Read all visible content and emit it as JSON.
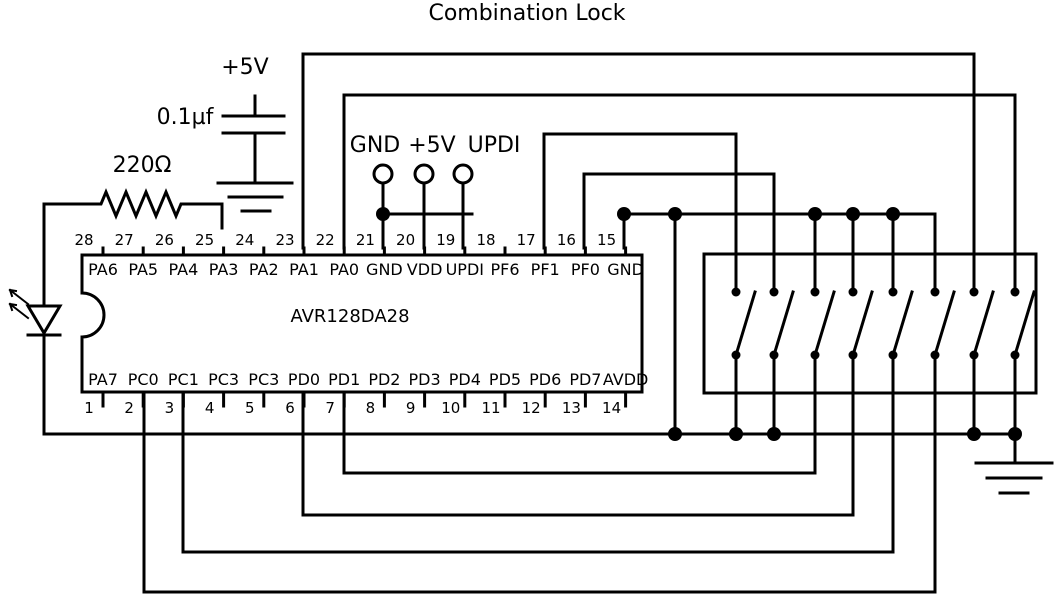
{
  "title": "Combination Lock",
  "chip": {
    "name": "AVR128DA28",
    "top_pins": [
      {
        "num": "28",
        "name": "PA6"
      },
      {
        "num": "27",
        "name": "PA5"
      },
      {
        "num": "26",
        "name": "PA4"
      },
      {
        "num": "25",
        "name": "PA3"
      },
      {
        "num": "24",
        "name": "PA2"
      },
      {
        "num": "23",
        "name": "PA1"
      },
      {
        "num": "22",
        "name": "PA0"
      },
      {
        "num": "21",
        "name": "GND"
      },
      {
        "num": "20",
        "name": "VDD"
      },
      {
        "num": "19",
        "name": "UPDI"
      },
      {
        "num": "18",
        "name": "PF6"
      },
      {
        "num": "17",
        "name": "PF1"
      },
      {
        "num": "16",
        "name": "PF0"
      },
      {
        "num": "15",
        "name": "GND"
      }
    ],
    "bottom_pins": [
      {
        "num": "1",
        "name": "PA7"
      },
      {
        "num": "2",
        "name": "PC0"
      },
      {
        "num": "3",
        "name": "PC1"
      },
      {
        "num": "4",
        "name": "PC3"
      },
      {
        "num": "5",
        "name": "PC3"
      },
      {
        "num": "6",
        "name": "PD0"
      },
      {
        "num": "7",
        "name": "PD1"
      },
      {
        "num": "8",
        "name": "PD2"
      },
      {
        "num": "9",
        "name": "PD3"
      },
      {
        "num": "10",
        "name": "PD4"
      },
      {
        "num": "11",
        "name": "PD5"
      },
      {
        "num": "12",
        "name": "PD6"
      },
      {
        "num": "13",
        "name": "PD7"
      },
      {
        "num": "14",
        "name": "AVDD"
      }
    ]
  },
  "components": {
    "supply_label": "+5V",
    "capacitor_label": "0.1µf",
    "resistor_label": "220Ω"
  },
  "header_labels": {
    "gnd": "GND",
    "vcc": "+5V",
    "updi": "UPDI"
  },
  "switch_count": 8
}
